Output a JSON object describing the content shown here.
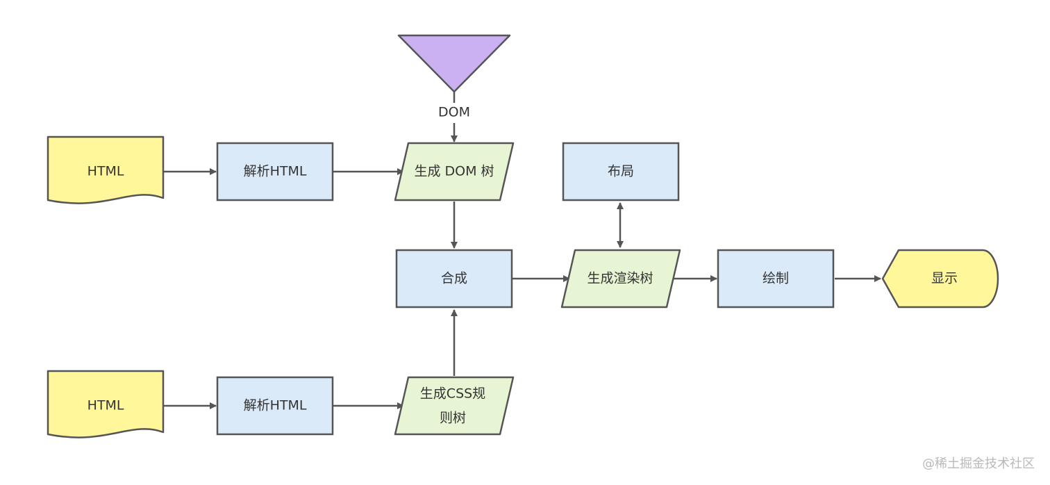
{
  "colors": {
    "stroke": "#555555",
    "text": "#333333",
    "blue_fill": "#dbeaf8",
    "green_fill": "#e8f5d5",
    "yellow_fill": "#fff799",
    "purple_fill": "#cbb0f2",
    "watermark": "#b9b9b9"
  },
  "nodes": {
    "html_doc_top": "HTML",
    "parse_html_top": "解析HTML",
    "gen_dom_tree": "生成 DOM 树",
    "dom_source_label": "DOM",
    "layout": "布局",
    "combine": "合成",
    "gen_render_tree": "生成渲染树",
    "paint": "绘制",
    "display": "显示",
    "html_doc_bottom": "HTML",
    "parse_html_bottom": "解析HTML",
    "gen_css_rules_line1": "生成CSS规",
    "gen_css_rules_line2": "则树"
  },
  "edges": [
    {
      "from": "html_doc_top",
      "to": "parse_html_top"
    },
    {
      "from": "parse_html_top",
      "to": "gen_dom_tree"
    },
    {
      "from": "dom_source",
      "to": "gen_dom_tree"
    },
    {
      "from": "gen_dom_tree",
      "to": "combine"
    },
    {
      "from": "html_doc_bottom",
      "to": "parse_html_bottom"
    },
    {
      "from": "parse_html_bottom",
      "to": "gen_css_rules"
    },
    {
      "from": "gen_css_rules",
      "to": "combine"
    },
    {
      "from": "combine",
      "to": "gen_render_tree"
    },
    {
      "from": "gen_render_tree",
      "to": "layout",
      "bidirectional": true
    },
    {
      "from": "gen_render_tree",
      "to": "paint"
    },
    {
      "from": "paint",
      "to": "display"
    }
  ],
  "watermark": "@稀土掘金技术社区"
}
